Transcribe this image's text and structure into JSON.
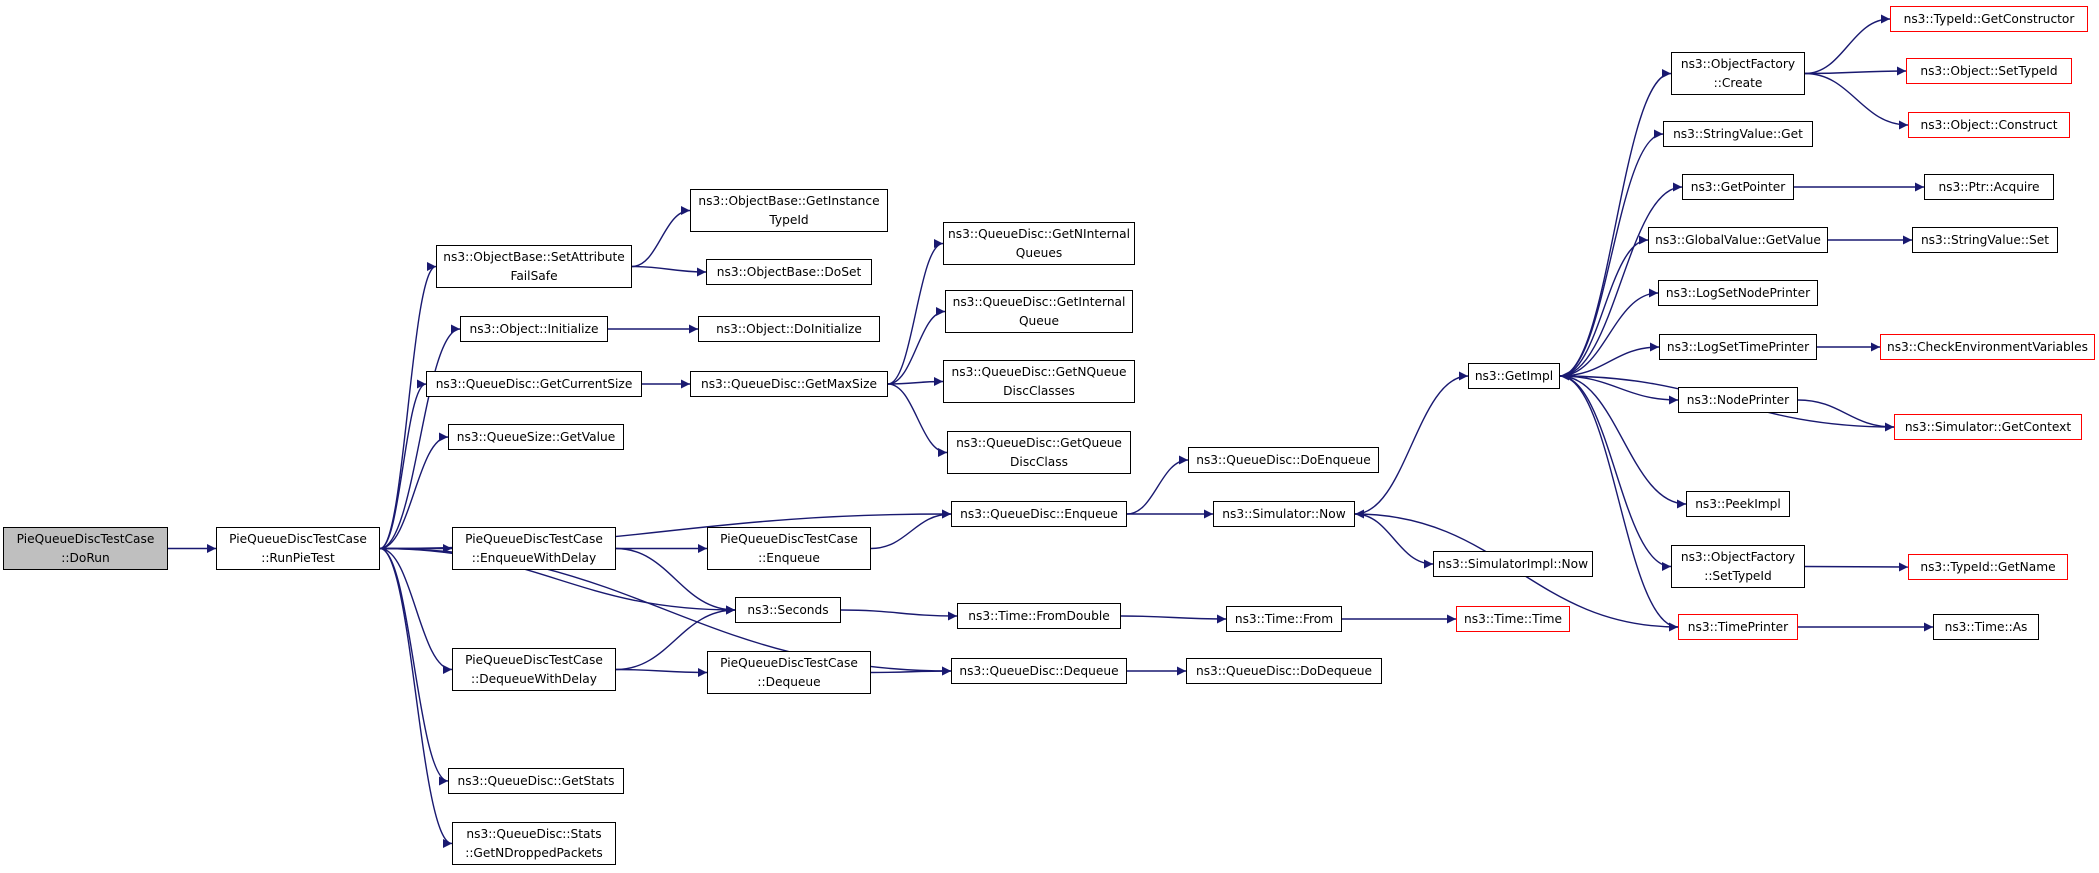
{
  "colors": {
    "edge": "#191970",
    "border": "#000000",
    "external_border": "#ff0000",
    "root_fill": "#bfbfbf",
    "node_fill": "#ffffff"
  },
  "nodes": {
    "do_run": [
      "PieQueueDiscTestCase",
      "::DoRun"
    ],
    "run_pie_test": [
      "PieQueueDiscTestCase",
      "::RunPieTest"
    ],
    "set_attribute_fail_safe": [
      "ns3::ObjectBase::SetAttribute",
      "FailSafe"
    ],
    "object_initialize": [
      "ns3::Object::Initialize"
    ],
    "get_current_size": [
      "ns3::QueueDisc::GetCurrentSize"
    ],
    "queue_size_get_value": [
      "ns3::QueueSize::GetValue"
    ],
    "enqueue_with_delay": [
      "PieQueueDiscTestCase",
      "::EnqueueWithDelay"
    ],
    "dequeue_with_delay": [
      "PieQueueDiscTestCase",
      "::DequeueWithDelay"
    ],
    "get_stats": [
      "ns3::QueueDisc::GetStats"
    ],
    "get_n_dropped_packets": [
      "ns3::QueueDisc::Stats",
      "::GetNDroppedPackets"
    ],
    "get_instance_type_id": [
      "ns3::ObjectBase::GetInstance",
      "TypeId"
    ],
    "object_base_do_set": [
      "ns3::ObjectBase::DoSet"
    ],
    "object_do_initialize": [
      "ns3::Object::DoInitialize"
    ],
    "get_max_size": [
      "ns3::QueueDisc::GetMaxSize"
    ],
    "test_enqueue": [
      "PieQueueDiscTestCase",
      "::Enqueue"
    ],
    "seconds": [
      "ns3::Seconds"
    ],
    "test_dequeue": [
      "PieQueueDiscTestCase",
      "::Dequeue"
    ],
    "get_n_internal_queues": [
      "ns3::QueueDisc::GetNInternal",
      "Queues"
    ],
    "get_internal_queue": [
      "ns3::QueueDisc::GetInternal",
      "Queue"
    ],
    "get_n_queue_disc_classes": [
      "ns3::QueueDisc::GetNQueue",
      "DiscClasses"
    ],
    "get_queue_disc_class": [
      "ns3::QueueDisc::GetQueue",
      "DiscClass"
    ],
    "qd_enqueue": [
      "ns3::QueueDisc::Enqueue"
    ],
    "from_double": [
      "ns3::Time::FromDouble"
    ],
    "qd_dequeue": [
      "ns3::QueueDisc::Dequeue"
    ],
    "do_enqueue": [
      "ns3::QueueDisc::DoEnqueue"
    ],
    "simulator_now": [
      "ns3::Simulator::Now"
    ],
    "time_from": [
      "ns3::Time::From"
    ],
    "do_dequeue": [
      "ns3::QueueDisc::DoDequeue"
    ],
    "simulator_impl_now": [
      "ns3::SimulatorImpl::Now"
    ],
    "time_time": [
      "ns3::Time::Time"
    ],
    "get_impl": [
      "ns3::GetImpl"
    ],
    "object_factory_create": [
      "ns3::ObjectFactory",
      "::Create"
    ],
    "string_value_get": [
      "ns3::StringValue::Get"
    ],
    "get_pointer": [
      "ns3::GetPointer"
    ],
    "global_value_get_value": [
      "ns3::GlobalValue::GetValue"
    ],
    "log_set_node_printer": [
      "ns3::LogSetNodePrinter"
    ],
    "log_set_time_printer": [
      "ns3::LogSetTimePrinter"
    ],
    "node_printer": [
      "ns3::NodePrinter"
    ],
    "peek_impl": [
      "ns3::PeekImpl"
    ],
    "object_factory_set_type_id": [
      "ns3::ObjectFactory",
      "::SetTypeId"
    ],
    "time_printer": [
      "ns3::TimePrinter"
    ],
    "type_id_get_constructor": [
      "ns3::TypeId::GetConstructor"
    ],
    "object_set_type_id": [
      "ns3::Object::SetTypeId"
    ],
    "object_construct": [
      "ns3::Object::Construct"
    ],
    "ptr_acquire": [
      "ns3::Ptr::Acquire"
    ],
    "string_value_set": [
      "ns3::StringValue::Set"
    ],
    "check_environment_variables": [
      "ns3::CheckEnvironmentVariables"
    ],
    "simulator_get_context": [
      "ns3::Simulator::GetContext"
    ],
    "type_id_get_name": [
      "ns3::TypeId::GetName"
    ],
    "time_as": [
      "ns3::Time::As"
    ]
  },
  "edges": [
    [
      "do_run",
      "run_pie_test"
    ],
    [
      "run_pie_test",
      "set_attribute_fail_safe"
    ],
    [
      "run_pie_test",
      "object_initialize"
    ],
    [
      "run_pie_test",
      "get_current_size"
    ],
    [
      "run_pie_test",
      "queue_size_get_value"
    ],
    [
      "run_pie_test",
      "qd_enqueue"
    ],
    [
      "run_pie_test",
      "enqueue_with_delay"
    ],
    [
      "run_pie_test",
      "seconds"
    ],
    [
      "run_pie_test",
      "dequeue_with_delay"
    ],
    [
      "run_pie_test",
      "qd_dequeue"
    ],
    [
      "run_pie_test",
      "get_stats"
    ],
    [
      "run_pie_test",
      "get_n_dropped_packets"
    ],
    [
      "set_attribute_fail_safe",
      "get_instance_type_id"
    ],
    [
      "set_attribute_fail_safe",
      "object_base_do_set"
    ],
    [
      "object_initialize",
      "object_do_initialize"
    ],
    [
      "get_current_size",
      "get_max_size"
    ],
    [
      "get_max_size",
      "get_n_internal_queues"
    ],
    [
      "get_max_size",
      "get_internal_queue"
    ],
    [
      "get_max_size",
      "get_n_queue_disc_classes"
    ],
    [
      "get_max_size",
      "get_queue_disc_class"
    ],
    [
      "enqueue_with_delay",
      "test_enqueue"
    ],
    [
      "enqueue_with_delay",
      "seconds"
    ],
    [
      "dequeue_with_delay",
      "seconds"
    ],
    [
      "dequeue_with_delay",
      "test_dequeue"
    ],
    [
      "test_enqueue",
      "qd_enqueue"
    ],
    [
      "test_dequeue",
      "qd_dequeue"
    ],
    [
      "seconds",
      "from_double"
    ],
    [
      "from_double",
      "time_from"
    ],
    [
      "time_from",
      "time_time"
    ],
    [
      "qd_enqueue",
      "do_enqueue"
    ],
    [
      "qd_enqueue",
      "simulator_now"
    ],
    [
      "qd_dequeue",
      "do_dequeue"
    ],
    [
      "simulator_now",
      "simulator_impl_now"
    ],
    [
      "simulator_now",
      "get_impl"
    ],
    [
      "get_impl",
      "object_factory_create"
    ],
    [
      "get_impl",
      "string_value_get"
    ],
    [
      "get_impl",
      "get_pointer"
    ],
    [
      "get_impl",
      "global_value_get_value"
    ],
    [
      "get_impl",
      "log_set_node_printer"
    ],
    [
      "get_impl",
      "log_set_time_printer"
    ],
    [
      "get_impl",
      "node_printer"
    ],
    [
      "get_impl",
      "peek_impl"
    ],
    [
      "get_impl",
      "object_factory_set_type_id"
    ],
    [
      "get_impl",
      "time_printer"
    ],
    [
      "object_factory_create",
      "type_id_get_constructor"
    ],
    [
      "object_factory_create",
      "object_set_type_id"
    ],
    [
      "object_factory_create",
      "object_construct"
    ],
    [
      "get_pointer",
      "ptr_acquire"
    ],
    [
      "global_value_get_value",
      "string_value_set"
    ],
    [
      "log_set_time_printer",
      "check_environment_variables"
    ],
    [
      "node_printer",
      "simulator_get_context"
    ],
    [
      "simulator_get_context",
      "get_impl"
    ],
    [
      "object_factory_set_type_id",
      "type_id_get_name"
    ],
    [
      "time_printer",
      "time_as"
    ],
    [
      "time_printer",
      "simulator_now"
    ]
  ]
}
